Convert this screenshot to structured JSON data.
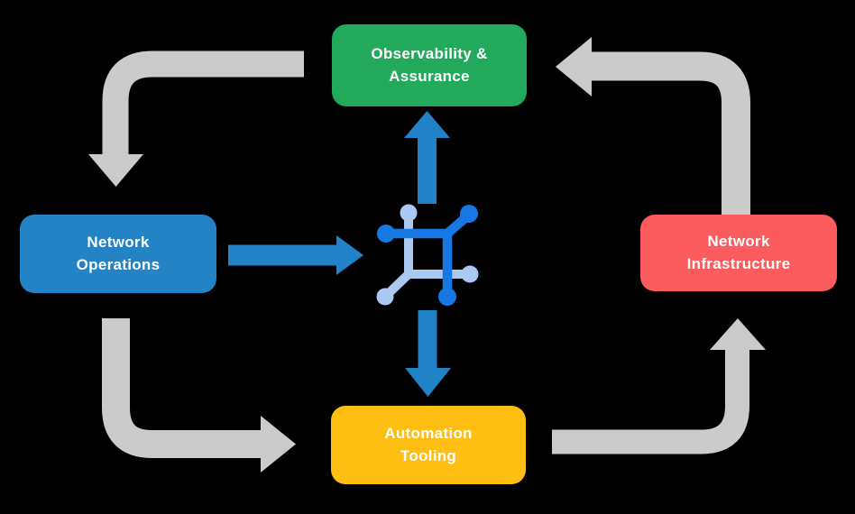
{
  "title": "Network automation lifecycle diagram",
  "colors": {
    "background": "#000000",
    "arrow_gray": "#CBCBCB",
    "arrow_blue": "#2182C7",
    "node_green": "#22A95B",
    "node_blue": "#2383C5",
    "node_red": "#FC5C5E",
    "node_yellow": "#FFBF12",
    "node_text": "#FFFFFF",
    "icon_dark_blue": "#1778E3",
    "icon_light_blue": "#A9C9F3"
  },
  "nodes": {
    "observability": {
      "line1": "Observability &",
      "line2": "Assurance"
    },
    "operations": {
      "line1": "Network",
      "line2": "Operations"
    },
    "infrastructure": {
      "line1": "Network",
      "line2": "Infrastructure"
    },
    "automation": {
      "line1": "Automation",
      "line2": "Tooling"
    }
  }
}
